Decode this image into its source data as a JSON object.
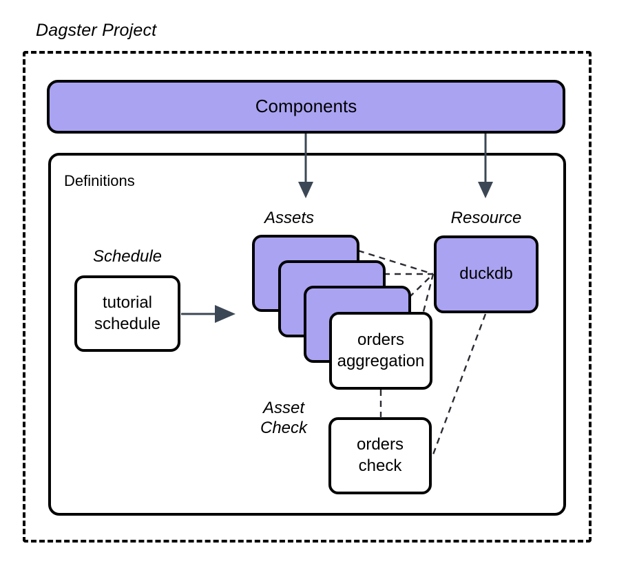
{
  "diagram": {
    "title": "Dagster Project",
    "type": "architecture-diagram"
  },
  "frames": {
    "project": {
      "label": "Dagster Project",
      "border_style": "dashed",
      "color": "#000000"
    },
    "definitions": {
      "label": "Definitions",
      "border_style": "solid",
      "color": "#000000"
    }
  },
  "nodes": {
    "components": {
      "label": "Components",
      "fill": "#aaa3f2",
      "stroke": "#000000"
    },
    "schedule": {
      "caption": "Schedule",
      "label": "tutorial\nschedule",
      "line1": "tutorial",
      "line2": "schedule",
      "fill": "#ffffff",
      "stroke": "#000000"
    },
    "assets": {
      "caption": "Assets",
      "stack_count": 3,
      "stack_fill": "#aaa3f2",
      "front": {
        "line1": "orders",
        "line2": "aggregation",
        "fill": "#ffffff",
        "stroke": "#000000"
      }
    },
    "resource": {
      "caption": "Resource",
      "label": "duckdb",
      "fill": "#aaa3f2",
      "stroke": "#000000"
    },
    "asset_check": {
      "caption_line1": "Asset",
      "caption_line2": "Check",
      "line1": "orders",
      "line2": "check",
      "fill": "#ffffff",
      "stroke": "#000000"
    }
  },
  "edges": [
    {
      "from": "components",
      "to": "assets",
      "style": "solid-arrow",
      "color": "#3c4755"
    },
    {
      "from": "components",
      "to": "resource",
      "style": "solid-arrow",
      "color": "#3c4755"
    },
    {
      "from": "schedule",
      "to": "assets",
      "style": "solid-arrow",
      "color": "#3c4755"
    },
    {
      "from": "asset-card-1",
      "to": "resource",
      "style": "dashed",
      "color": "#2b2b33"
    },
    {
      "from": "asset-card-2",
      "to": "resource",
      "style": "dashed",
      "color": "#2b2b33"
    },
    {
      "from": "asset-card-3",
      "to": "resource",
      "style": "dashed",
      "color": "#2b2b33"
    },
    {
      "from": "orders-aggregation",
      "to": "resource",
      "style": "dashed",
      "color": "#2b2b33"
    },
    {
      "from": "orders-aggregation",
      "to": "orders-check",
      "style": "dashed",
      "color": "#2b2b33"
    },
    {
      "from": "resource",
      "to": "orders-check",
      "style": "dashed",
      "color": "#2b2b33"
    }
  ],
  "colors": {
    "accent_purple": "#aaa3f2",
    "stroke_black": "#000000",
    "arrow_slate": "#3c4755",
    "background": "#ffffff"
  }
}
